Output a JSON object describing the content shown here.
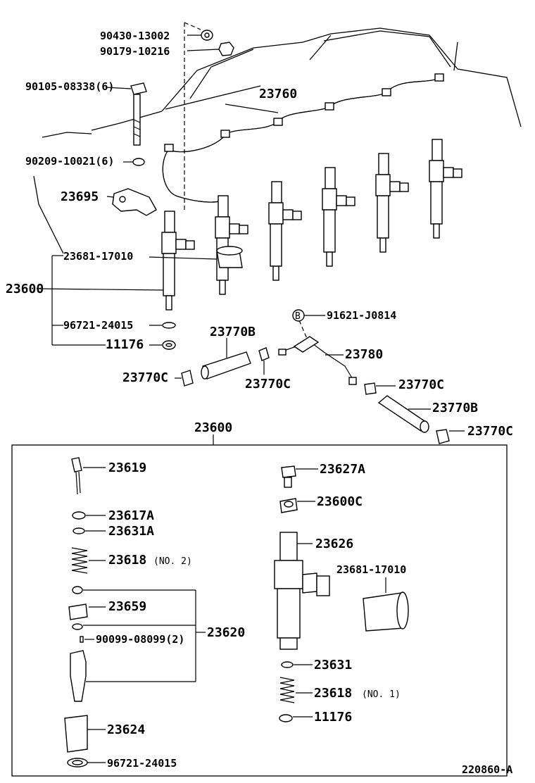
{
  "labels": {
    "p90430": "90430-13002",
    "p90179": "90179-10216",
    "p90105": "90105-08338(6)",
    "p90209": "90209-10021(6)",
    "p23760": "23760",
    "p23695": "23695",
    "p23681_top": "23681-17010",
    "p23600_left": "23600",
    "p96721_top": "96721-24015",
    "p11176_top": "11176",
    "p91621": "91621-J0814",
    "p91621_badge": "B",
    "p23770b_top": "23770B",
    "p23780": "23780",
    "p23770c_left": "23770C",
    "p23770c_mid": "23770C",
    "p23770c_right": "23770C",
    "p23770b_right": "23770B",
    "p23770c_far": "23770C",
    "p23600_box": "23600",
    "p23619": "23619",
    "p23617a": "23617A",
    "p23631a": "23631A",
    "p23618_no2": "23618",
    "p23618_no2_suffix": "(NO. 2)",
    "p23659": "23659",
    "p90099": "90099-08099(2)",
    "p23620": "23620",
    "p23624": "23624",
    "p96721_bot": "96721-24015",
    "p23627a": "23627A",
    "p23600c": "23600C",
    "p23626": "23626",
    "p23681_bot": "23681-17010",
    "p23631": "23631",
    "p23618_no1": "23618",
    "p23618_no1_suffix": "(NO. 1)",
    "p11176_bot": "11176",
    "figure_id": "220860-A"
  }
}
